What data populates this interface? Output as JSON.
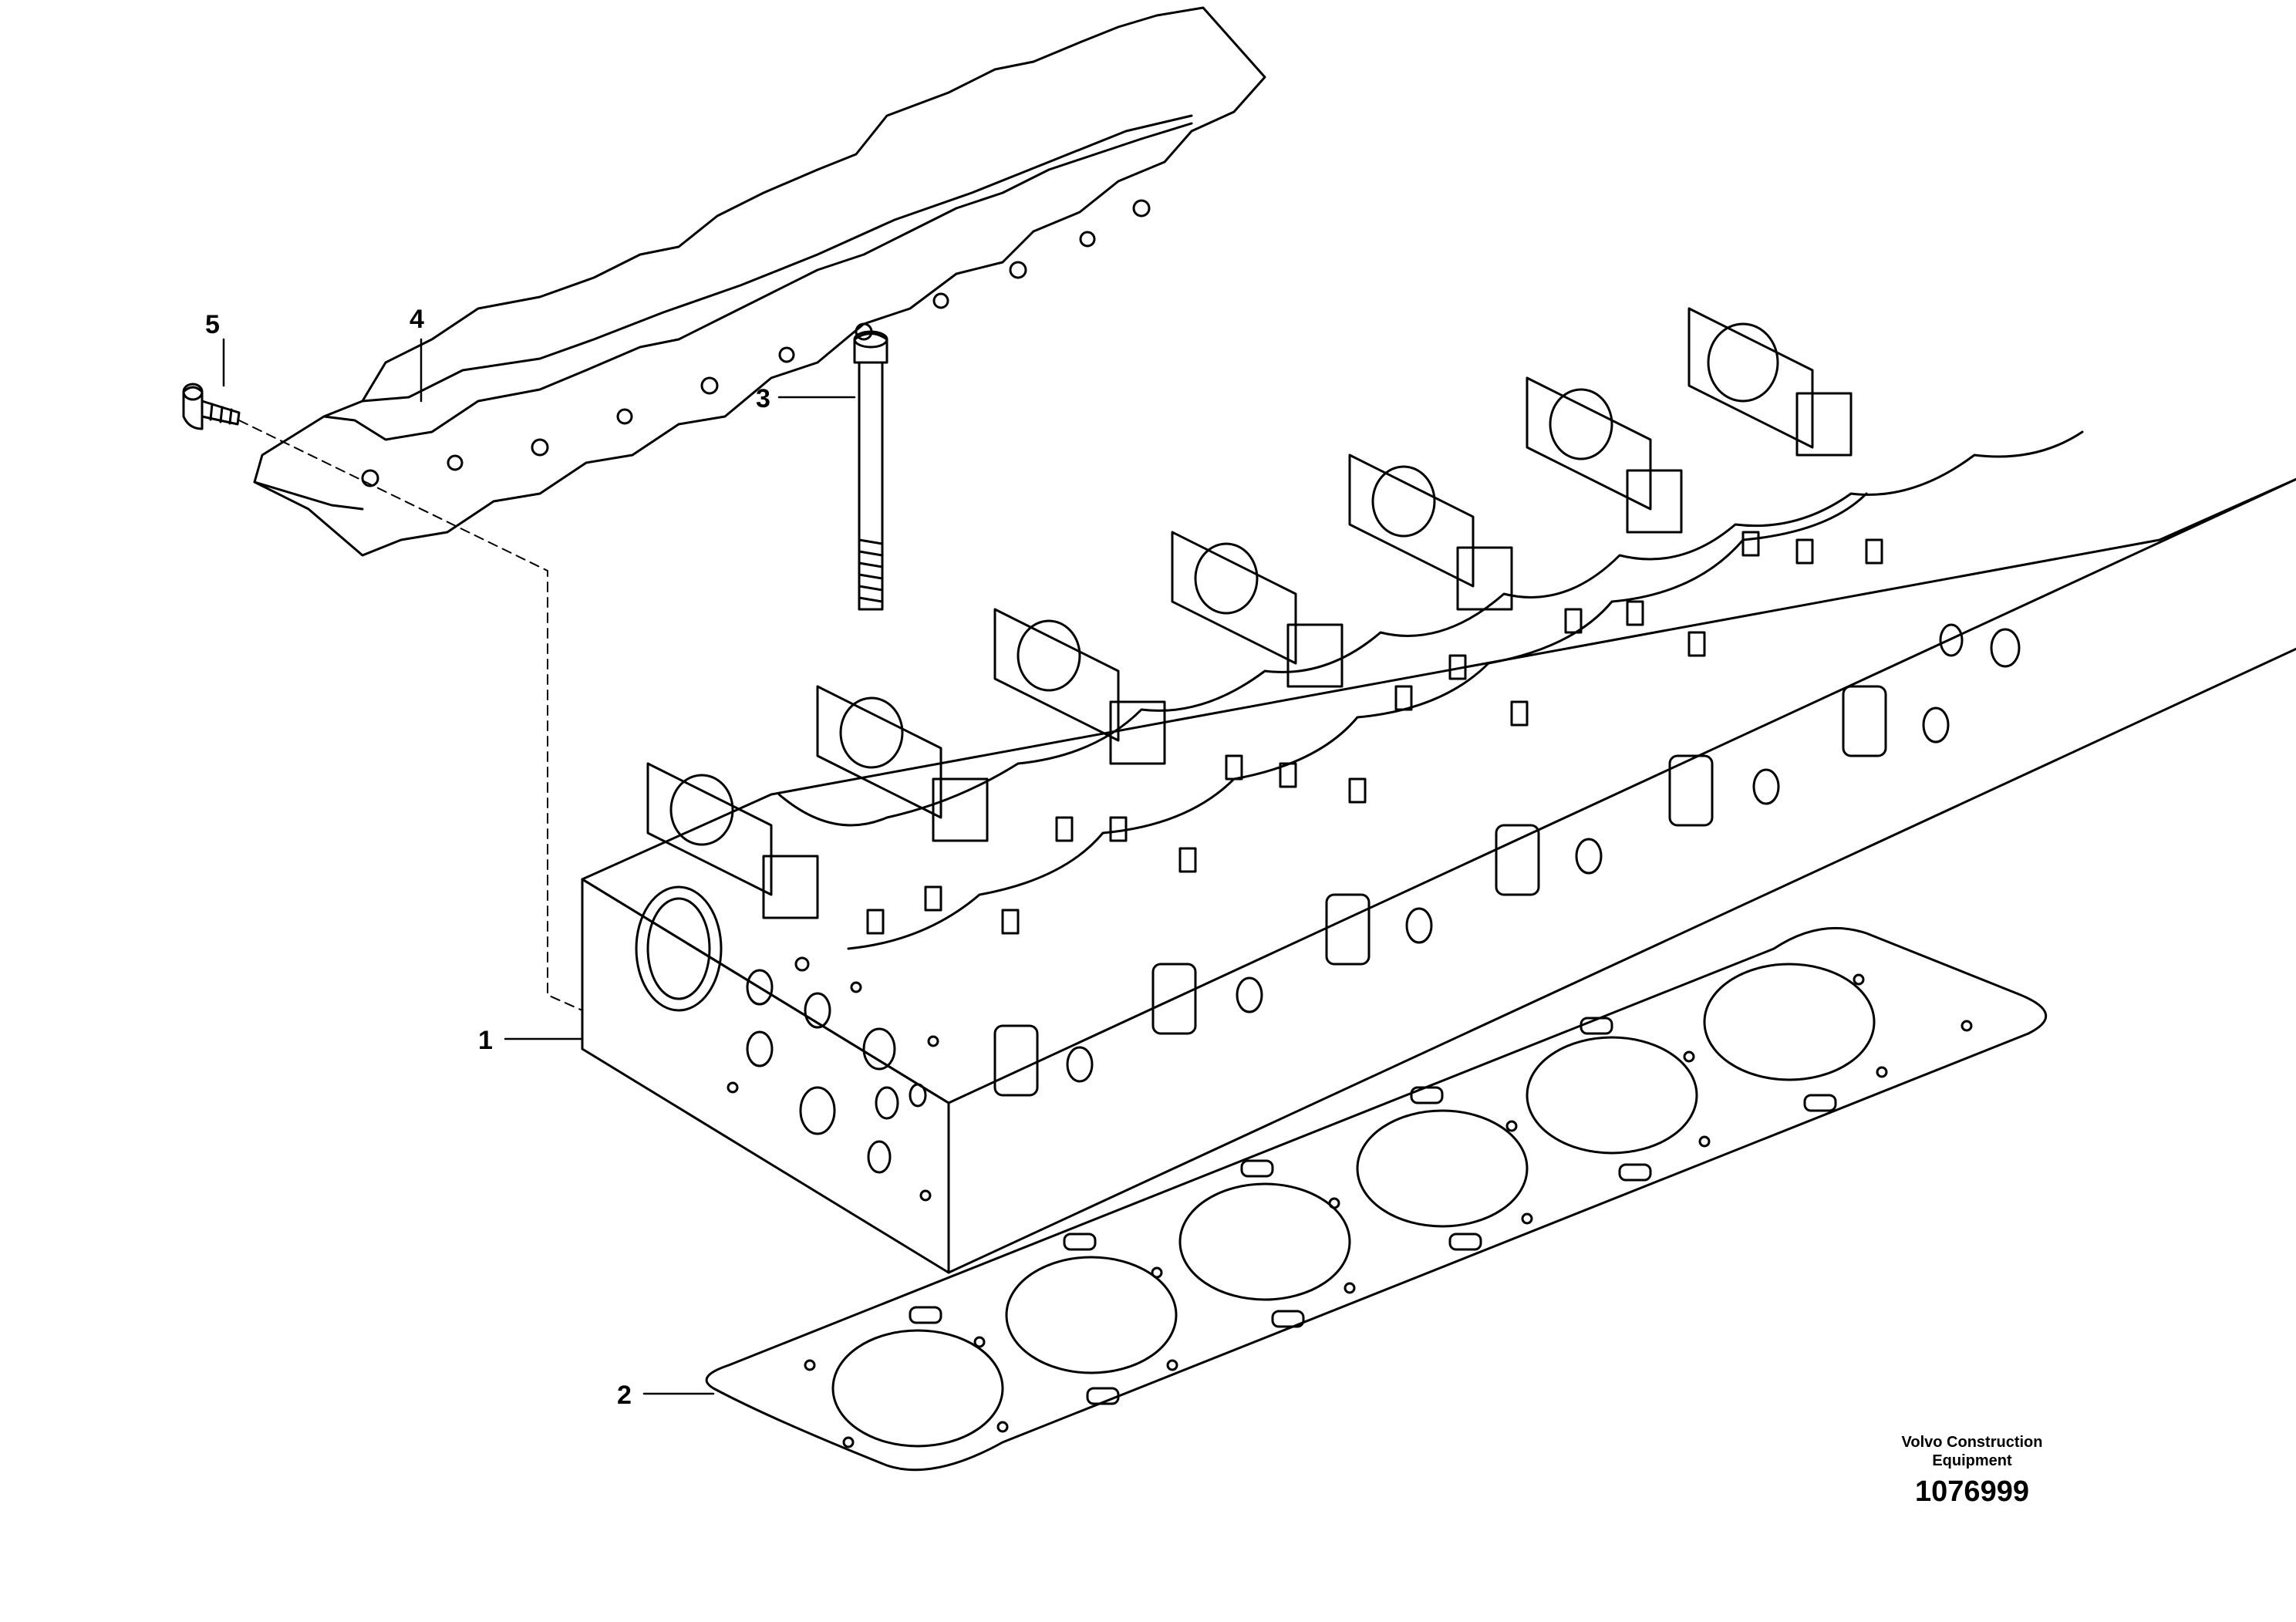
{
  "callouts": [
    {
      "num": "1",
      "part": "cylinder-head"
    },
    {
      "num": "2",
      "part": "head-gasket"
    },
    {
      "num": "3",
      "part": "head-bolt"
    },
    {
      "num": "4",
      "part": "cable-bracket"
    },
    {
      "num": "5",
      "part": "flange-screw"
    }
  ],
  "footer": {
    "brand_line1": "Volvo Construction",
    "brand_line2": "Equipment",
    "ref_number": "1076999"
  },
  "colors": {
    "line": "#000000",
    "background": "#ffffff"
  }
}
